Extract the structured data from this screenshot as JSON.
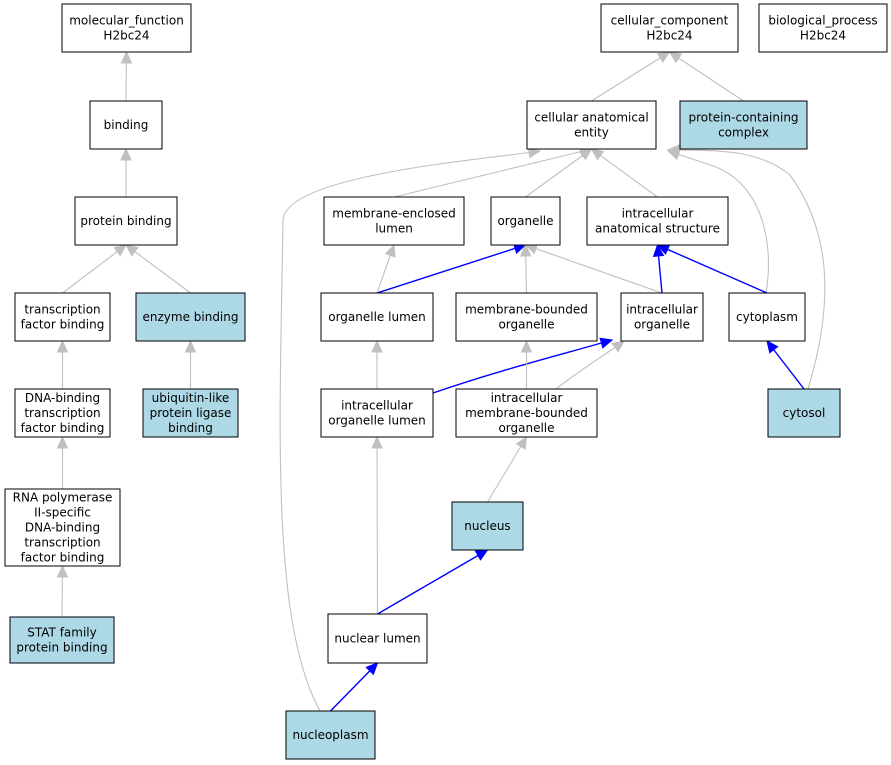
{
  "colors": {
    "plain_fill": "#ffffff",
    "highlight_fill": "#add8e6",
    "edge_gray": "#c0c0c0",
    "edge_blue": "#0000ff",
    "border": "#000000"
  },
  "nodes": [
    {
      "id": "mf",
      "lines": [
        "molecular_function",
        "H2bc24"
      ],
      "highlighted": false
    },
    {
      "id": "cc",
      "lines": [
        "cellular_component",
        "H2bc24"
      ],
      "highlighted": false
    },
    {
      "id": "bp",
      "lines": [
        "biological_process",
        "H2bc24"
      ],
      "highlighted": false
    },
    {
      "id": "binding",
      "lines": [
        "binding"
      ],
      "highlighted": false
    },
    {
      "id": "pbind",
      "lines": [
        "protein binding"
      ],
      "highlighted": false
    },
    {
      "id": "tfb",
      "lines": [
        "transcription",
        "factor binding"
      ],
      "highlighted": false
    },
    {
      "id": "enz",
      "lines": [
        "enzyme binding"
      ],
      "highlighted": true
    },
    {
      "id": "dnatf",
      "lines": [
        "DNA-binding",
        "transcription",
        "factor binding"
      ],
      "highlighted": false
    },
    {
      "id": "ubl",
      "lines": [
        "ubiquitin-like",
        "protein ligase",
        "binding"
      ],
      "highlighted": true
    },
    {
      "id": "rnap",
      "lines": [
        "RNA polymerase",
        "II-specific",
        "DNA-binding",
        "transcription",
        "factor binding"
      ],
      "highlighted": false
    },
    {
      "id": "stat",
      "lines": [
        "STAT family",
        "protein binding"
      ],
      "highlighted": true
    },
    {
      "id": "cae",
      "lines": [
        "cellular anatomical",
        "entity"
      ],
      "highlighted": false
    },
    {
      "id": "pcc",
      "lines": [
        "protein-containing",
        "complex"
      ],
      "highlighted": true
    },
    {
      "id": "mel",
      "lines": [
        "membrane-enclosed",
        "lumen"
      ],
      "highlighted": false
    },
    {
      "id": "org",
      "lines": [
        "organelle"
      ],
      "highlighted": false
    },
    {
      "id": "ias",
      "lines": [
        "intracellular",
        "anatomical structure"
      ],
      "highlighted": false
    },
    {
      "id": "ol",
      "lines": [
        "organelle lumen"
      ],
      "highlighted": false
    },
    {
      "id": "mbo",
      "lines": [
        "membrane-bounded",
        "organelle"
      ],
      "highlighted": false
    },
    {
      "id": "io",
      "lines": [
        "intracellular",
        "organelle"
      ],
      "highlighted": false
    },
    {
      "id": "cyto",
      "lines": [
        "cytoplasm"
      ],
      "highlighted": false
    },
    {
      "id": "iol",
      "lines": [
        "intracellular",
        "organelle lumen"
      ],
      "highlighted": false
    },
    {
      "id": "imbo",
      "lines": [
        "intracellular",
        "membrane-bounded",
        "organelle"
      ],
      "highlighted": false
    },
    {
      "id": "cytosol",
      "lines": [
        "cytosol"
      ],
      "highlighted": true
    },
    {
      "id": "nucleus",
      "lines": [
        "nucleus"
      ],
      "highlighted": true
    },
    {
      "id": "nl",
      "lines": [
        "nuclear lumen"
      ],
      "highlighted": false
    },
    {
      "id": "np",
      "lines": [
        "nucleoplasm"
      ],
      "highlighted": true
    }
  ],
  "edges": [
    {
      "from": "binding",
      "to": "mf",
      "color": "gray"
    },
    {
      "from": "pbind",
      "to": "binding",
      "color": "gray"
    },
    {
      "from": "tfb",
      "to": "pbind",
      "color": "gray"
    },
    {
      "from": "enz",
      "to": "pbind",
      "color": "gray"
    },
    {
      "from": "dnatf",
      "to": "tfb",
      "color": "gray"
    },
    {
      "from": "ubl",
      "to": "enz",
      "color": "gray"
    },
    {
      "from": "rnap",
      "to": "dnatf",
      "color": "gray"
    },
    {
      "from": "stat",
      "to": "rnap",
      "color": "gray"
    },
    {
      "from": "cae",
      "to": "cc",
      "color": "gray"
    },
    {
      "from": "pcc",
      "to": "cc",
      "color": "gray"
    },
    {
      "from": "mel",
      "to": "cae",
      "color": "gray"
    },
    {
      "from": "org",
      "to": "cae",
      "color": "gray"
    },
    {
      "from": "ias",
      "to": "cae",
      "color": "gray"
    },
    {
      "from": "cyto",
      "to": "cae",
      "color": "gray"
    },
    {
      "from": "cytosol",
      "to": "cae",
      "color": "gray"
    },
    {
      "from": "np",
      "to": "cae",
      "color": "gray"
    },
    {
      "from": "ol",
      "to": "mel",
      "color": "gray"
    },
    {
      "from": "ol",
      "to": "org",
      "color": "blue"
    },
    {
      "from": "mbo",
      "to": "org",
      "color": "gray"
    },
    {
      "from": "io",
      "to": "org",
      "color": "gray"
    },
    {
      "from": "io",
      "to": "ias",
      "color": "blue"
    },
    {
      "from": "cyto",
      "to": "ias",
      "color": "blue"
    },
    {
      "from": "iol",
      "to": "ol",
      "color": "gray"
    },
    {
      "from": "iol",
      "to": "io",
      "color": "blue"
    },
    {
      "from": "imbo",
      "to": "mbo",
      "color": "gray"
    },
    {
      "from": "imbo",
      "to": "io",
      "color": "gray"
    },
    {
      "from": "cytosol",
      "to": "cyto",
      "color": "blue"
    },
    {
      "from": "nucleus",
      "to": "imbo",
      "color": "gray"
    },
    {
      "from": "nl",
      "to": "iol",
      "color": "gray"
    },
    {
      "from": "nl",
      "to": "nucleus",
      "color": "blue"
    },
    {
      "from": "np",
      "to": "nl",
      "color": "blue"
    }
  ]
}
